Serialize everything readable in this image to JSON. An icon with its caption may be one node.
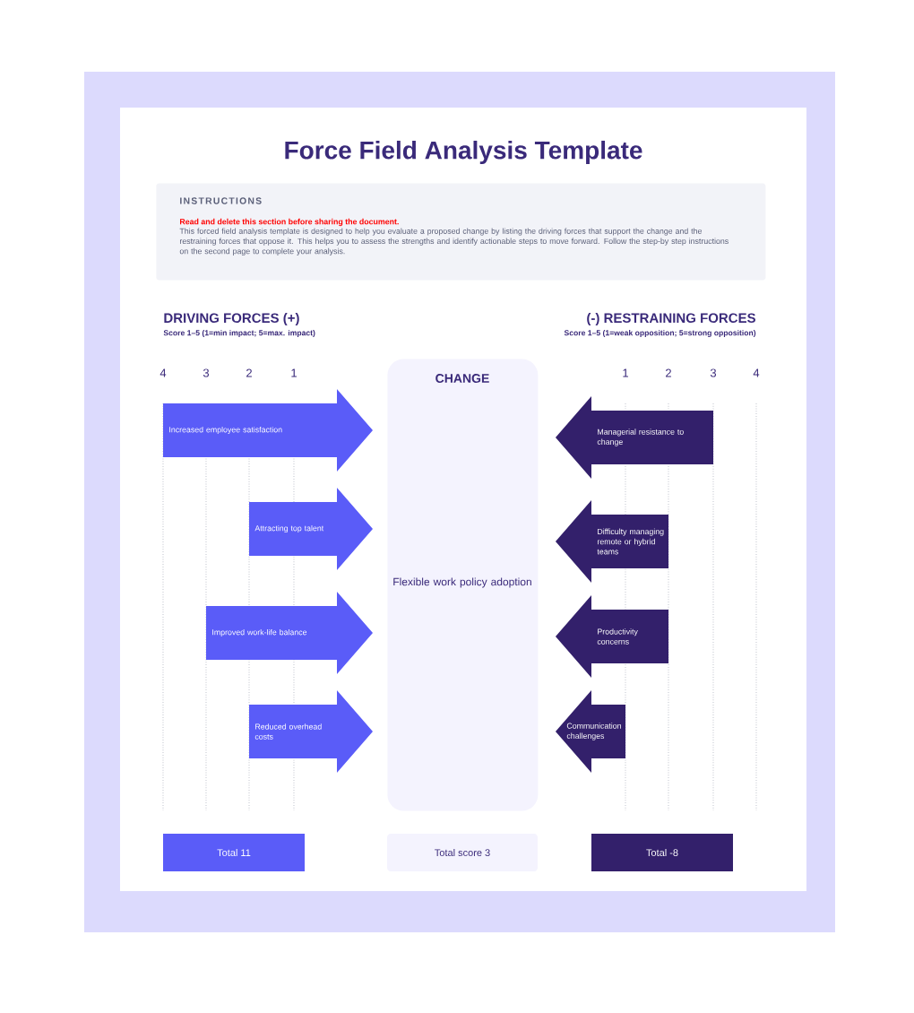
{
  "diagram": {
    "title": "Force Field Analysis Template",
    "nodes": [
      {
        "text": [
          "INSTRUCTIONS",
          "Read and delete this section before sharing the document.",
          "This forced field analysis template is designed to help you evaluate a proposed change by listing the driving forces that support the change and the restraining forces that oppose it. This helps you to assess the strengths and identify actionable steps to move forward. Follow the step-by step instructions on the second page to complete your analysis."
        ]
      },
      {
        "text": [
          "CHANGE",
          "Flexible work policy adoption"
        ]
      },
      {
        "text": [
          "Increased employee satisfaction"
        ]
      },
      {
        "text": [
          "Attracting top talent"
        ]
      },
      {
        "text": [
          "Improved work-life balance"
        ]
      },
      {
        "text": [
          "Reduced overhead costs"
        ]
      },
      {
        "text": [
          "Managerial resistance to change"
        ]
      },
      {
        "text": [
          "Difficulty managing remote or hybrid teams"
        ]
      },
      {
        "text": [
          "Productivity concerns"
        ]
      },
      {
        "text": [
          "Communication challenges"
        ]
      },
      {
        "text": [
          "Total 11"
        ]
      },
      {
        "text": [
          "Total score 3"
        ]
      },
      {
        "text": [
          "Total -8"
        ]
      }
    ],
    "labels": [
      "DRIVING FORCES (+)",
      "Score 1–5 (1=min impact; 5=max. impact)",
      "(-) RESTRAINING FORCES",
      "Score 1–5 (1=weak opposition; 5=strong opposition)",
      "4",
      "3",
      "2",
      "1",
      "1",
      "2",
      "3",
      "4"
    ]
  }
}
